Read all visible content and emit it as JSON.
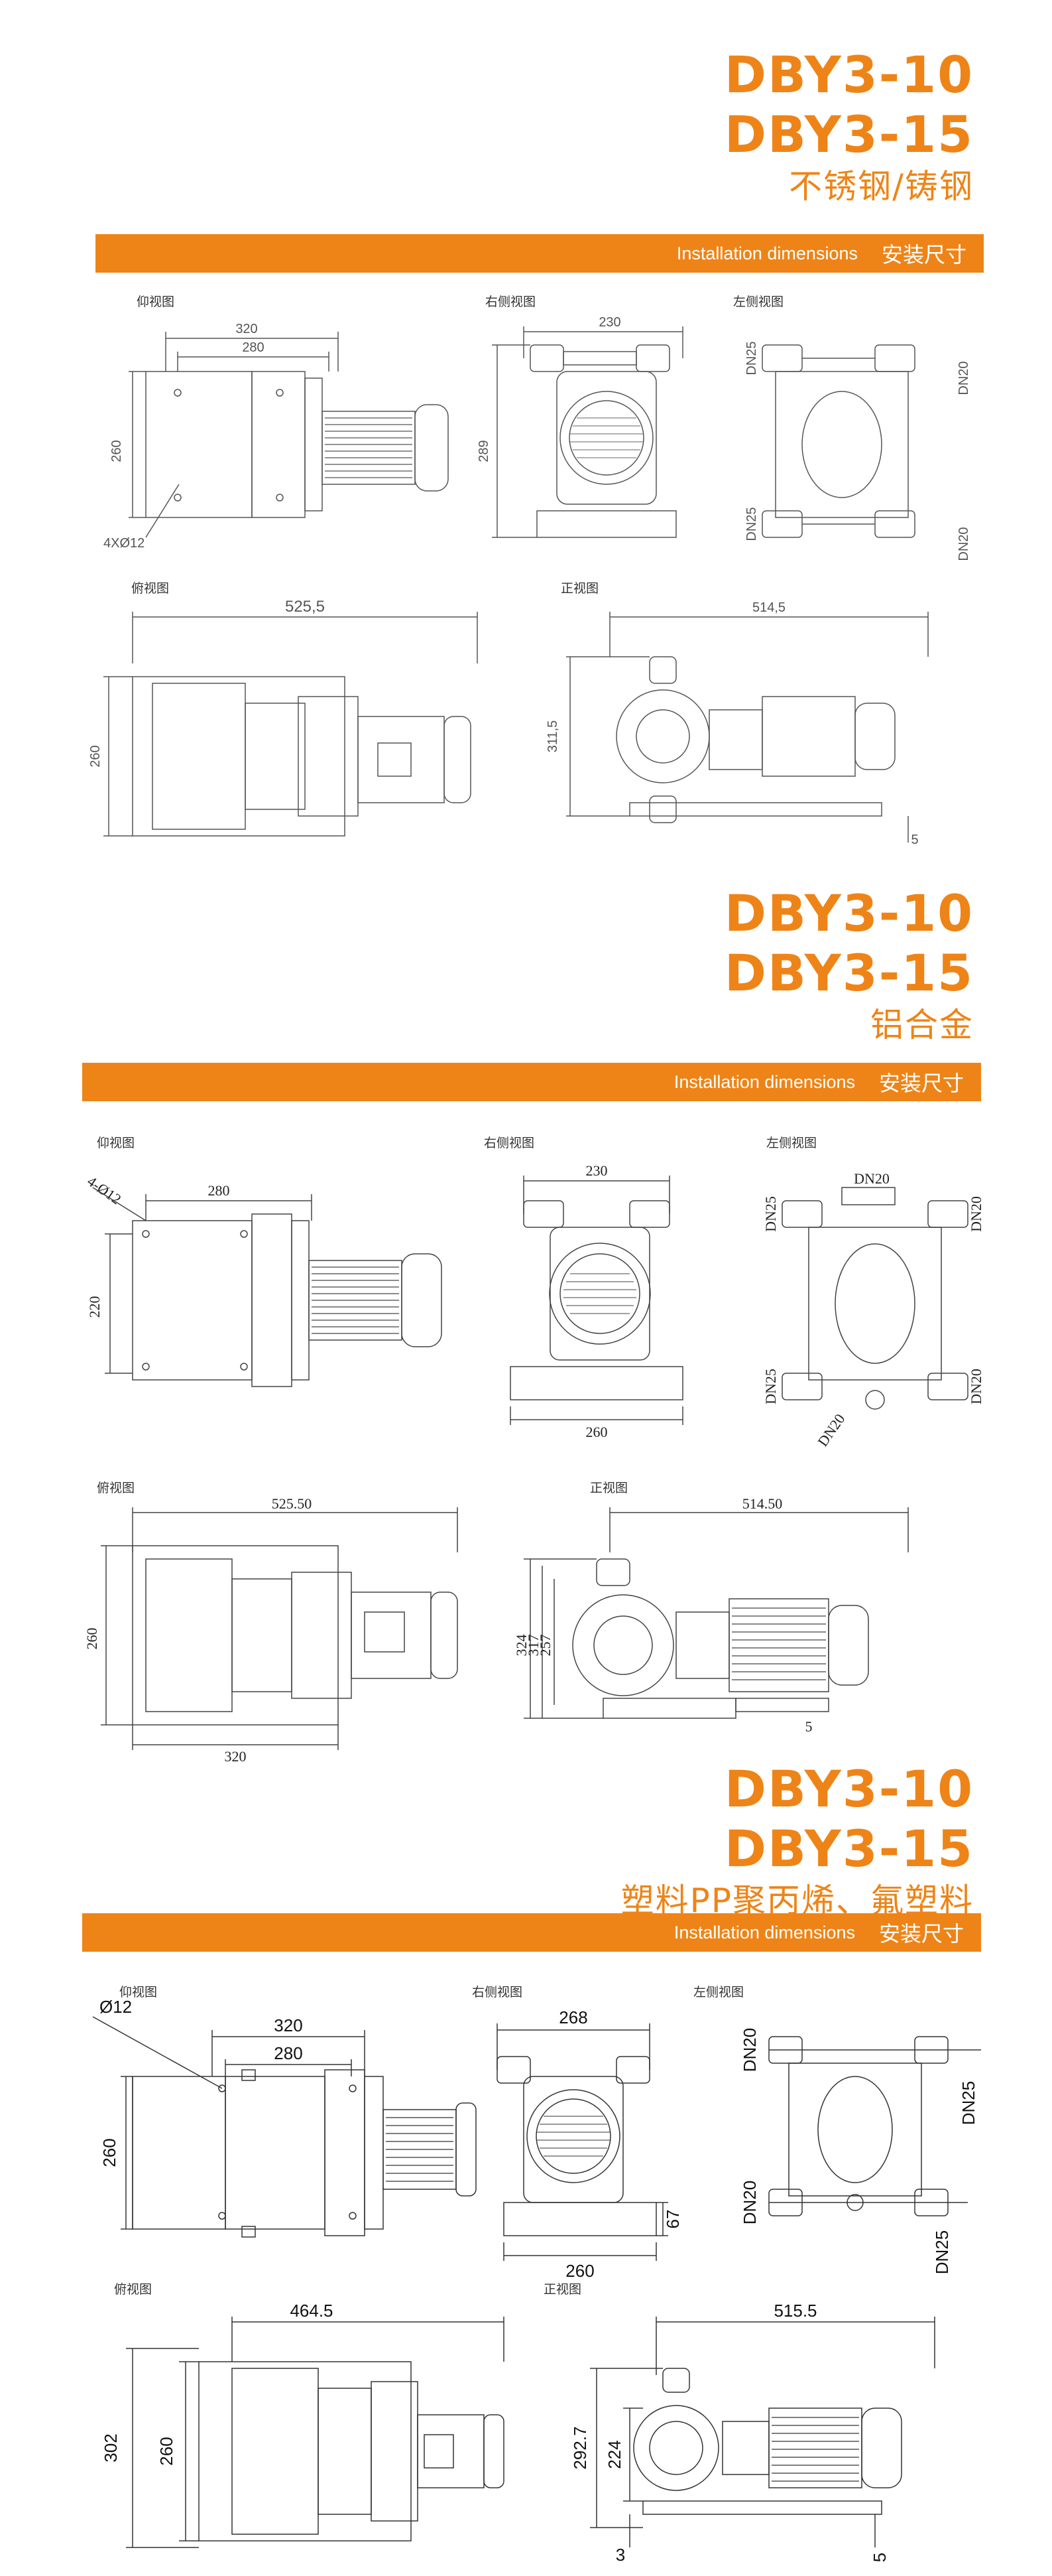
{
  "colors": {
    "accent": "#ee8417",
    "line": "#444444"
  },
  "bar": {
    "en": "Installation dimensions",
    "cn": "安装尺寸"
  },
  "sections": [
    {
      "model1": "DBY3-10",
      "model2": "DBY3-15",
      "material": "不锈钢/铸钢",
      "views": {
        "bottom": "仰视图",
        "right": "右侧视图",
        "left": "左侧视图",
        "top": "俯视图",
        "front": "正视图"
      },
      "dims": {
        "b1": "320",
        "b2": "280",
        "b3": "260",
        "b4": "4XØ12",
        "r1": "230",
        "r2": "289",
        "l1": "DN25",
        "l2": "DN20",
        "l3": "DN25",
        "l4": "DN20",
        "t1": "525,5",
        "t2": "260",
        "f1": "514,5",
        "f2": "311,5",
        "f3": "5"
      }
    },
    {
      "model1": "DBY3-10",
      "model2": "DBY3-15",
      "material": "铝合金",
      "views": {
        "bottom": "仰视图",
        "right": "右侧视图",
        "left": "左侧视图",
        "top": "俯视图",
        "front": "正视图"
      },
      "dims": {
        "b1": "280",
        "b2": "220",
        "b3": "4-Ø12",
        "r1": "230",
        "r2": "260",
        "l1": "DN25",
        "l2": "DN20",
        "l3": "DN20",
        "l4": "DN25",
        "l5": "DN20",
        "l6": "DN20",
        "t1": "525.50",
        "t2": "260",
        "t3": "320",
        "f1": "514.50",
        "f2": "324",
        "f3": "317",
        "f4": "257",
        "f5": "5"
      }
    },
    {
      "model1": "DBY3-10",
      "model2": "DBY3-15",
      "material": "塑料PP聚丙烯、氟塑料",
      "views": {
        "bottom": "仰视图",
        "right": "右侧视图",
        "left": "左侧视图",
        "top": "俯视图",
        "front": "正视图"
      },
      "dims": {
        "b1": "320",
        "b2": "280",
        "b3": "260",
        "b4": "Ø12",
        "r1": "268",
        "r2": "260",
        "r3": "67",
        "l1": "DN20",
        "l2": "DN25",
        "l3": "DN20",
        "l4": "DN25",
        "t1": "464.5",
        "t2": "302",
        "t3": "260",
        "f1": "515.5",
        "f2": "292.7",
        "f3": "224",
        "f4": "3",
        "f5": "5"
      }
    }
  ]
}
